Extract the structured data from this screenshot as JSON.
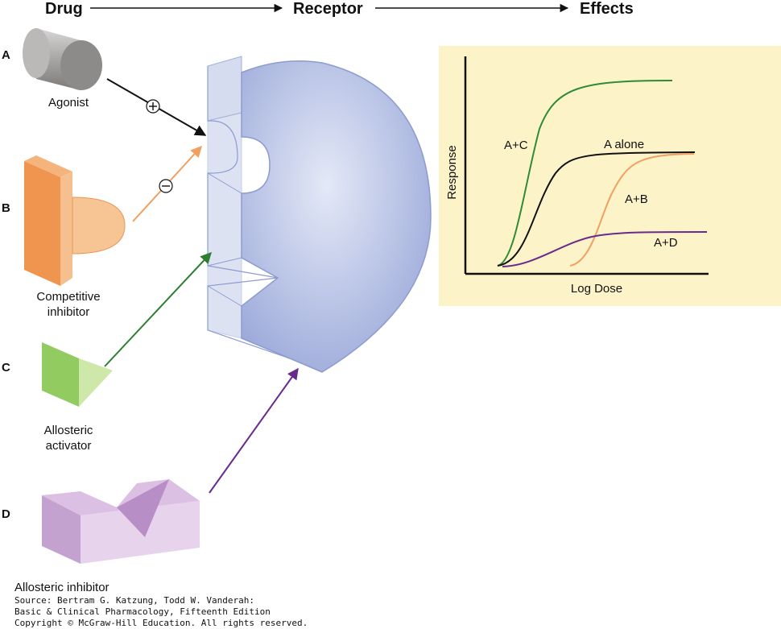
{
  "headers": {
    "drug": "Drug",
    "receptor": "Receptor",
    "effects": "Effects"
  },
  "rows": [
    {
      "letter": "A",
      "caption": "Agonist",
      "sign": "+"
    },
    {
      "letter": "B",
      "caption_line1": "Competitive",
      "caption_line2": "inhibitor",
      "sign": "−"
    },
    {
      "letter": "C",
      "caption_line1": "Allosteric",
      "caption_line2": "activator"
    },
    {
      "letter": "D",
      "caption": "Allosteric inhibitor"
    }
  ],
  "chart_data": {
    "type": "line",
    "xlabel": "Log Dose",
    "ylabel": "Response",
    "background": "#fdf3c8",
    "series": [
      {
        "name": "A+C",
        "color": "#2e8b3a"
      },
      {
        "name": "A alone",
        "color": "#111111"
      },
      {
        "name": "A+B",
        "color": "#f0a060"
      },
      {
        "name": "A+D",
        "color": "#6a2a8c"
      }
    ]
  },
  "source": {
    "line1": "Source: Bertram G. Katzung, Todd W. Vanderah:",
    "line2": "Basic & Clinical Pharmacology, Fifteenth Edition",
    "line3": "Copyright © McGraw-Hill Education. All rights reserved."
  }
}
